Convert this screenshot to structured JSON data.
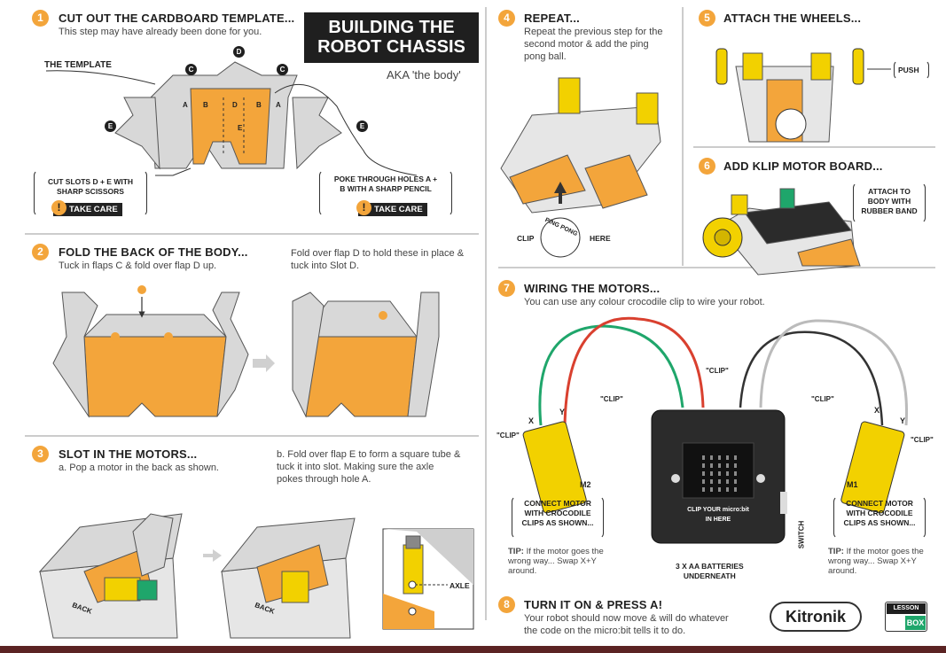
{
  "title": {
    "line1": "BUILDING THE",
    "line2": "ROBOT CHASSIS",
    "subtitle": "AKA 'the body'"
  },
  "colors": {
    "accent": "#f3a53b",
    "dark": "#1f1f1f",
    "card": "#d8d8d8",
    "footer": "#5b2323",
    "wire_red": "#d9402f",
    "wire_green": "#1fa66b",
    "wire_white": "#f2f2f2"
  },
  "steps": {
    "s1": {
      "num": "1",
      "title": "CUT OUT THE CARDBOARD TEMPLATE...",
      "text": "This step may have already been done for you.",
      "template_label": "THE TEMPLATE",
      "note_left": "CUT SLOTS D + E WITH\nSHARP SCISSORS",
      "note_right": "POKE THROUGH HOLES A +\nB WITH A SHARP PENCIL",
      "take_care": "TAKE CARE"
    },
    "s2": {
      "num": "2",
      "title": "FOLD THE BACK OF THE BODY...",
      "text": "Tuck in flaps C & fold over flap D up.",
      "text_b": "Fold over flap D to hold these in place &\ntuck into Slot D."
    },
    "s3": {
      "num": "3",
      "title": "SLOT IN THE MOTORS...",
      "text": "a. Pop a motor in the back as shown.",
      "text_b": "b. Fold over flap E to form a square tube &\ntuck it into slot. Making sure the axle\npokes through hole A.",
      "back": "BACK",
      "axle": "AXLE"
    },
    "s4": {
      "num": "4",
      "title": "REPEAT...",
      "text": "Repeat the previous step for the\nsecond motor & add the ping\npong ball.",
      "clip": "CLIP",
      "here": "HERE",
      "ping_pong": "PING PONG"
    },
    "s5": {
      "num": "5",
      "title": "ATTACH THE WHEELS...",
      "push": "PUSH"
    },
    "s6": {
      "num": "6",
      "title": "ADD KLIP MOTOR BOARD...",
      "note": "ATTACH TO\nBODY WITH\nRUBBER BAND"
    },
    "s7": {
      "num": "7",
      "title": "WIRING THE MOTORS...",
      "text": "You can use any colour crocodile clip to wire your robot.",
      "clip": "\"CLIP\"",
      "connect": "CONNECT MOTOR\nWITH CROCODILE\nCLIPS AS SHOWN...",
      "tip_label": "TIP:",
      "tip": "If the motor goes the\nwrong way... Swap X+Y\naround.",
      "batteries": "3 X AA BATTERIES\nUNDERNEATH",
      "switch": "SWITCH",
      "board_text": "CLIP YOUR micro:bit\nIN HERE",
      "m1": "M1",
      "m2": "M2",
      "x": "X",
      "y": "Y"
    },
    "s8": {
      "num": "8",
      "title": "TURN IT ON & PRESS A!",
      "text": "Your robot should now move & will do whatever\nthe code on the micro:bit tells it to do."
    }
  },
  "template_letters": [
    "D",
    "C",
    "C",
    "E",
    "E",
    "A",
    "B",
    "D",
    "B",
    "A",
    "E"
  ],
  "brand": {
    "name": "Kitronik",
    "lesson": "LESSON",
    "box": "BOX"
  }
}
